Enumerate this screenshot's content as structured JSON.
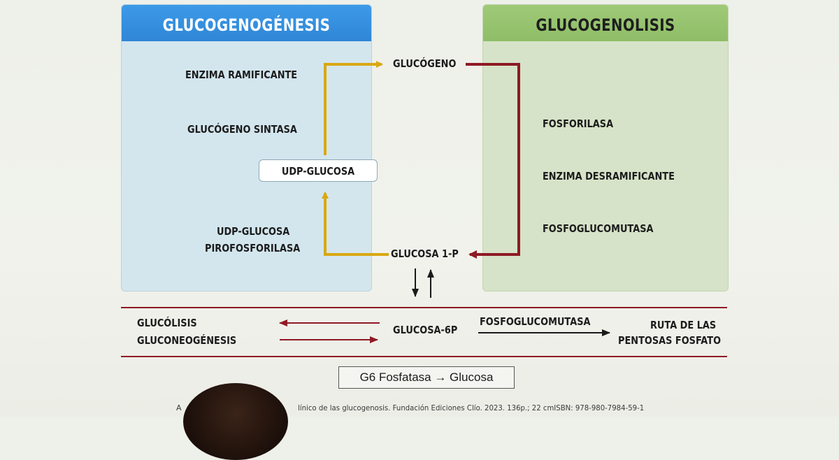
{
  "left_panel": {
    "title": "GLUCOGENOGÉNESIS",
    "steps": {
      "branching": "ENZIMA RAMIFICANTE",
      "synthase": "GLUCÓGENO  SINTASA",
      "udp_box": "UDP-GLUCOSA",
      "pyro_line1": "UDP-GLUCOSA",
      "pyro_line2": "PIROFOSFORILASA"
    }
  },
  "right_panel": {
    "title": "GLUCOGENOLISIS",
    "steps": {
      "phosphorylase": "FOSFORILASA",
      "debranching": "ENZIMA DESRAMIFICANTE",
      "phosphoglucomutase": "FOSFOGLUCOMUTASA"
    }
  },
  "center": {
    "glycogen": "GLUCÓGENO",
    "glucose_1p": "GLUCOSA 1-P"
  },
  "bottom": {
    "glycolysis": "GLUCÓLISIS",
    "gluconeogenesis": "GLUCONEOGÉNESIS",
    "glucose_6p": "GLUCOSA-6P",
    "mutase": "FOSFOGLUCOMUTASA",
    "ruta_line1": "RUTA DE LAS",
    "ruta_line2": "PENTOSAS FOSFATO",
    "g6_box": "G6 Fosfatasa → Glucosa"
  },
  "citation_start": "A",
  "citation": "línico de las glucogenosis. Fundación Ediciones Clío. 2023. 136p.; 22 cmISBN: 978-980-7984-59-1",
  "colors": {
    "gold_arrow": "#d9a813",
    "red_arrow": "#8e1a24",
    "divider": "#8e1a24",
    "left_header": "#2f86d6",
    "right_header": "#8fbd67"
  }
}
